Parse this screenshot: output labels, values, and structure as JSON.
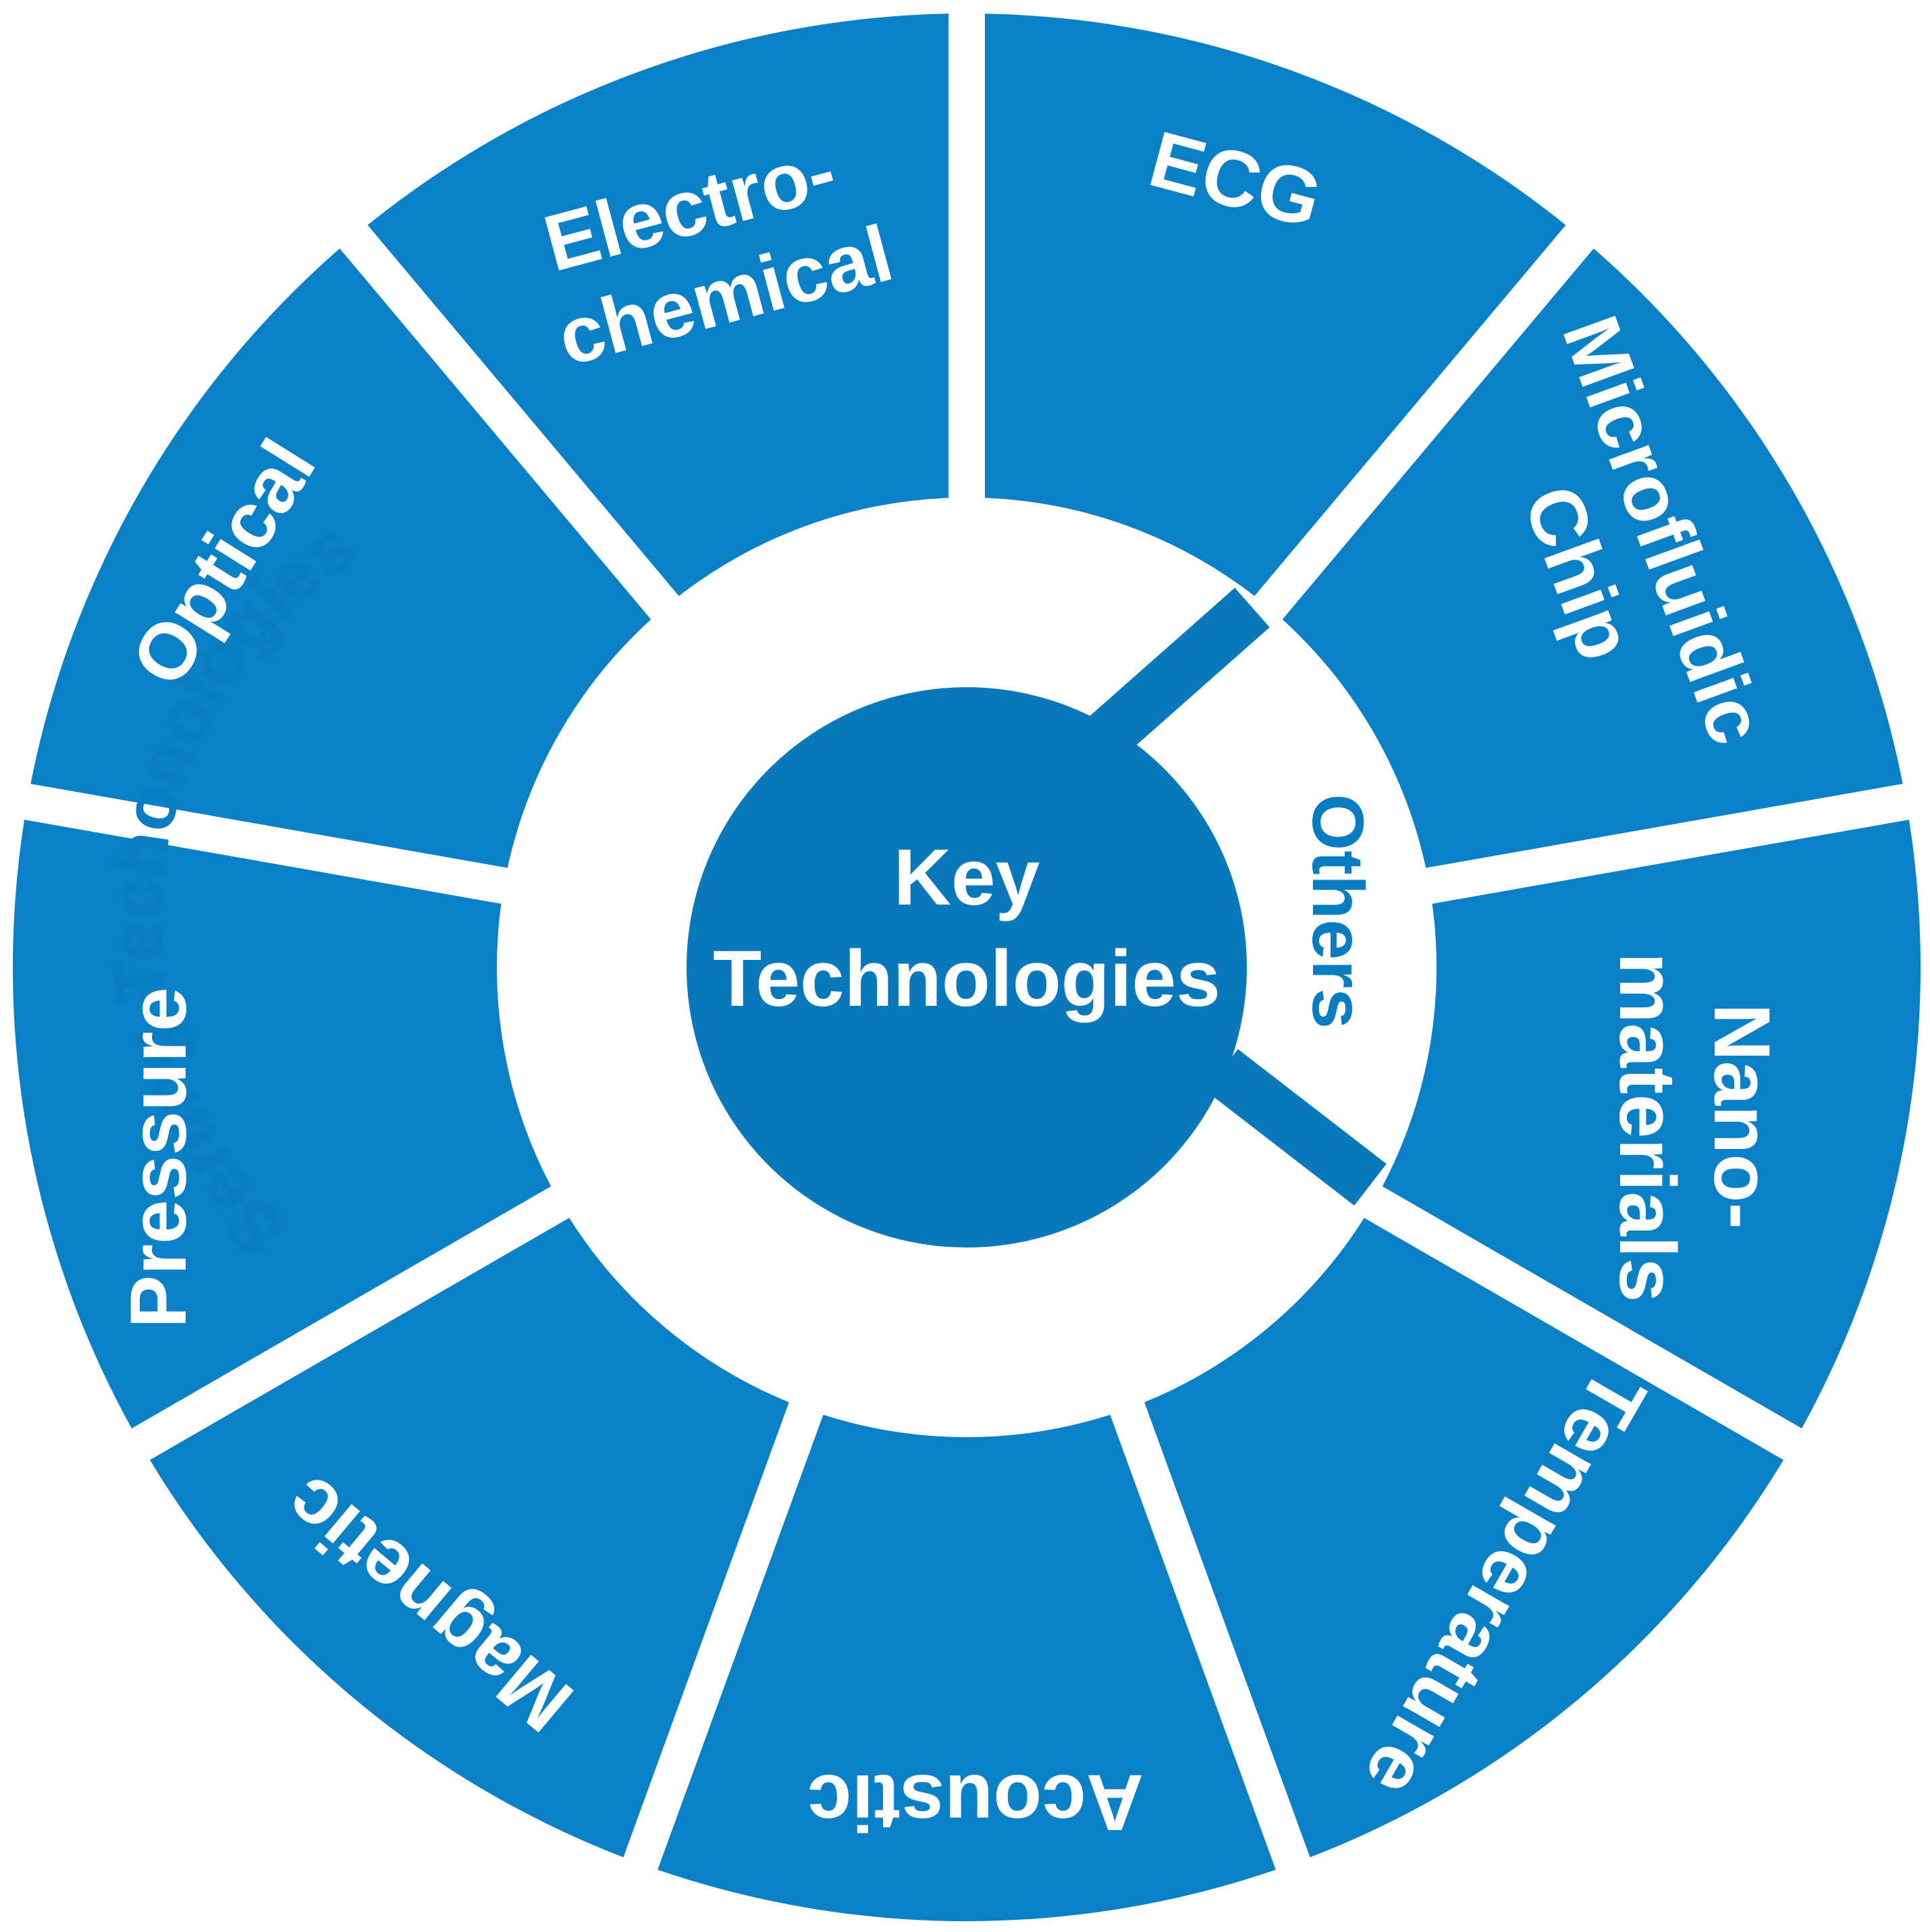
{
  "colors": {
    "segment": "#0a81c6",
    "center": "#0979bb",
    "ring": "#0a7cc2",
    "background": "#ffffff",
    "text_light": "#ffffff"
  },
  "center": {
    "line1": "Key",
    "line2": "Technologies"
  },
  "groups": {
    "sensing": "Sening Techonologies",
    "others": "Others"
  },
  "segments": {
    "ecg": {
      "lines": [
        "ECG"
      ]
    },
    "microfluidic": {
      "lines": [
        "Microfluidic",
        "Chip"
      ]
    },
    "nano": {
      "lines": [
        "Nano-",
        "materials"
      ]
    },
    "temperature": {
      "lines": [
        "Temperature"
      ]
    },
    "acoustic": {
      "lines": [
        "Acoustic"
      ]
    },
    "magnetic": {
      "lines": [
        "Magnetic"
      ]
    },
    "pressure": {
      "lines": [
        "Pressure"
      ]
    },
    "optical": {
      "lines": [
        "Optical"
      ]
    },
    "electro": {
      "lines": [
        "Electro-",
        "chemical"
      ]
    }
  }
}
